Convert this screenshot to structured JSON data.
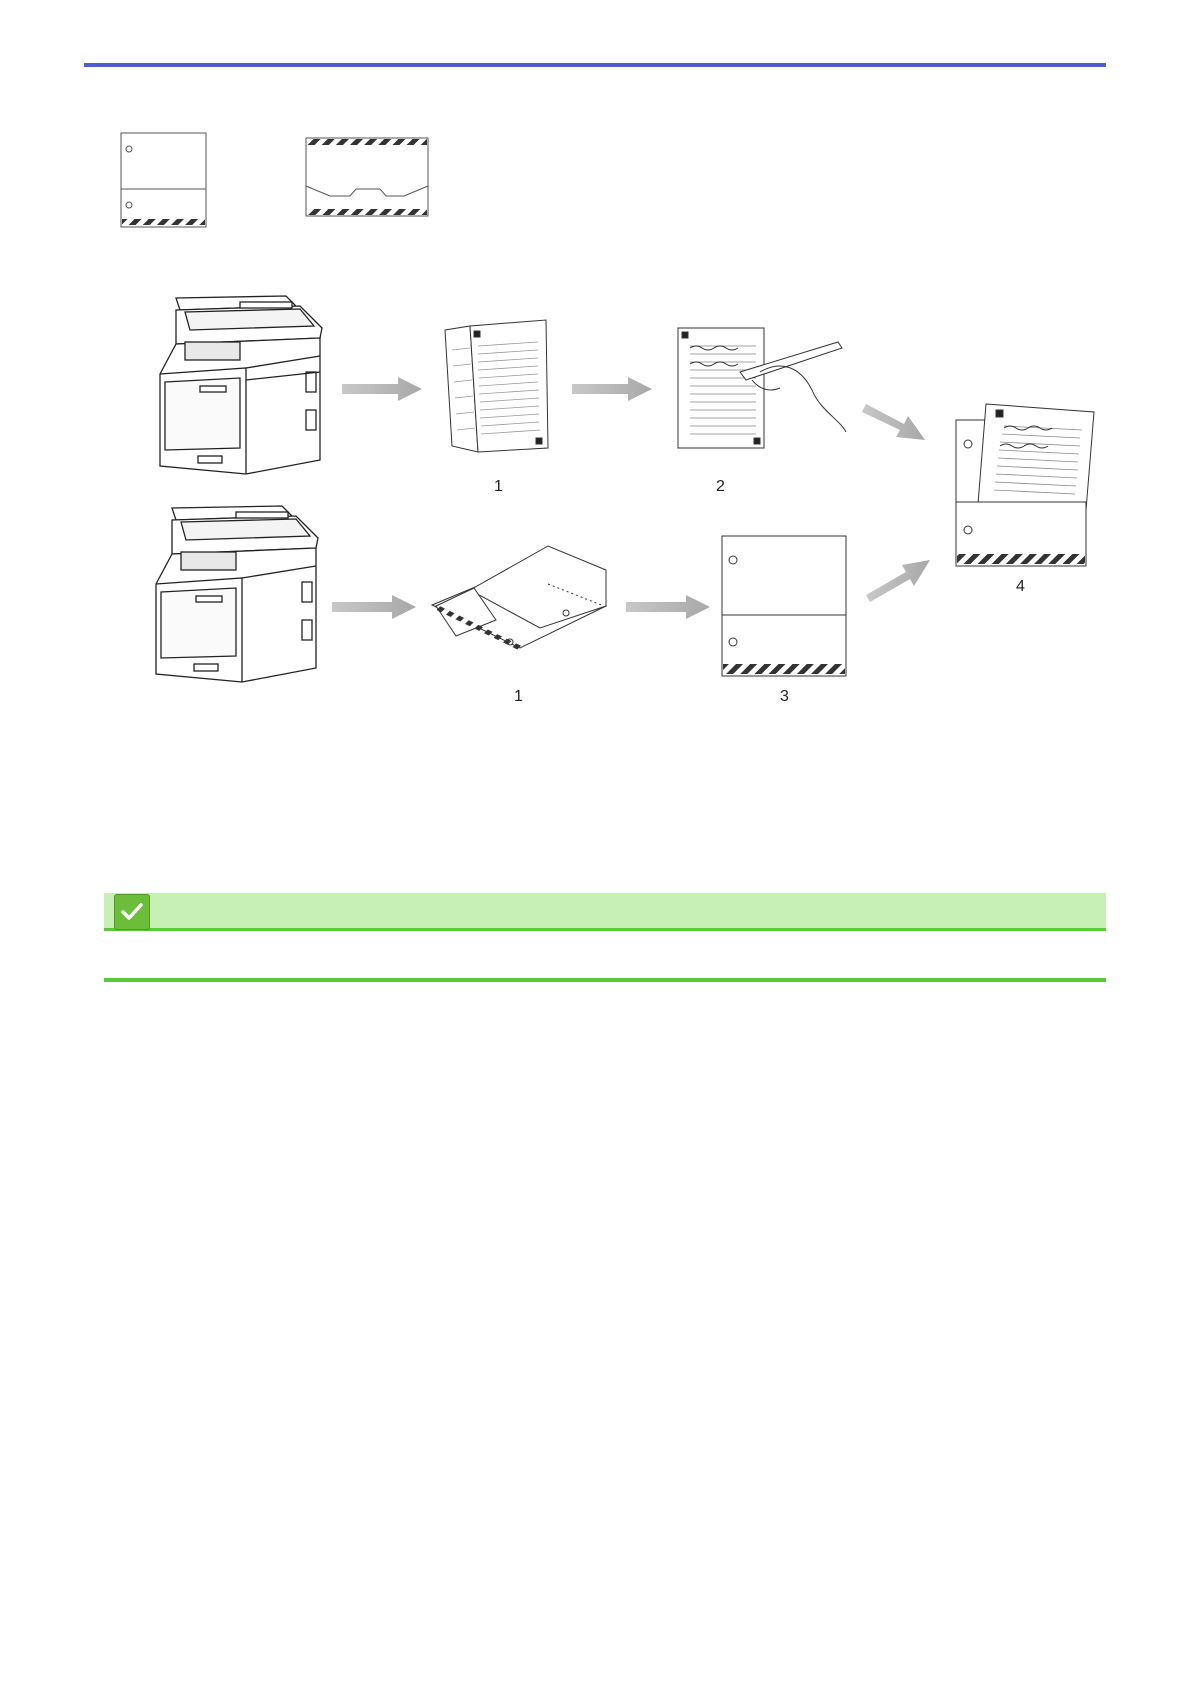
{
  "page": {
    "accent_color": "#4f5fcc",
    "related_bar_color": "#c6f0b4",
    "related_line_color": "#5bc83a"
  },
  "illustration": {
    "step_labels": {
      "top_1": "1",
      "top_2": "2",
      "bottom_1": "1",
      "bottom_3": "3",
      "result_4": "4"
    },
    "icons": [
      "folder-with-pocket-icon",
      "tab-folder-icon",
      "printer-icon",
      "arrow-icon",
      "booklet-pages-icon",
      "handwriting-icon",
      "folded-folder-sheet-icon",
      "assembled-folder-icon"
    ]
  },
  "related_info": {
    "icon": "checkmark-icon"
  }
}
